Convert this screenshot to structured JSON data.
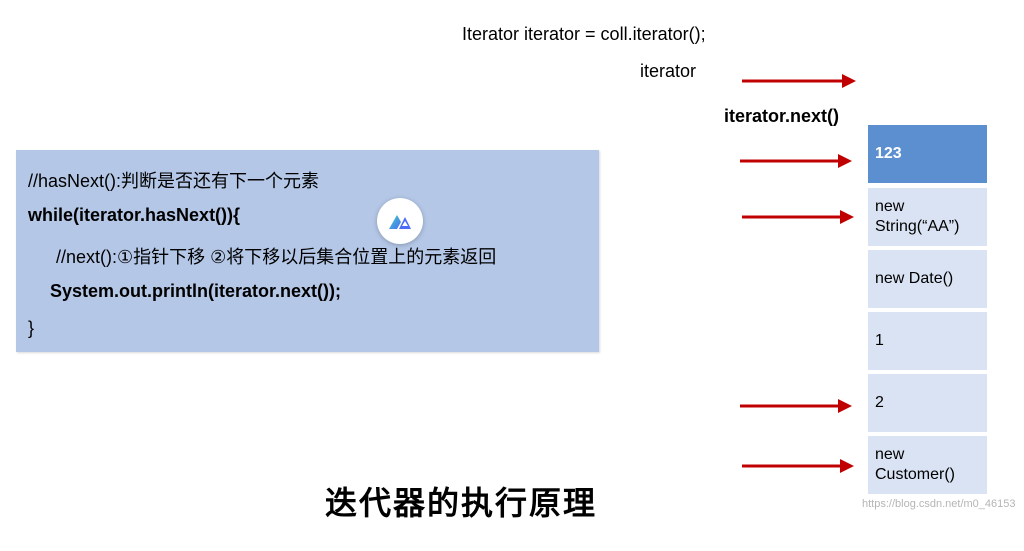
{
  "header": {
    "code": "Iterator iterator = coll.iterator();",
    "iterator_label": "iterator",
    "next_label": "iterator.next()"
  },
  "code_block": {
    "lines": [
      "//hasNext():判断是否还有下一个元素",
      "while(iterator.hasNext()){",
      "    //next():①指针下移 ②将下移以后集合位置上的元素返回",
      "  System.out.println(iterator.next());",
      "}"
    ]
  },
  "stack": {
    "cells": [
      "123",
      "new\nString(“AA”)",
      "new Date()",
      "1",
      "2",
      "new\nCustomer()"
    ],
    "highlight_color": "#5b8fd0",
    "cell_color": "#dae3f3"
  },
  "arrow_color": "#c00000",
  "caption": "迭代器的执行原理",
  "watermark": "https://blog.csdn.net/m0_46153"
}
